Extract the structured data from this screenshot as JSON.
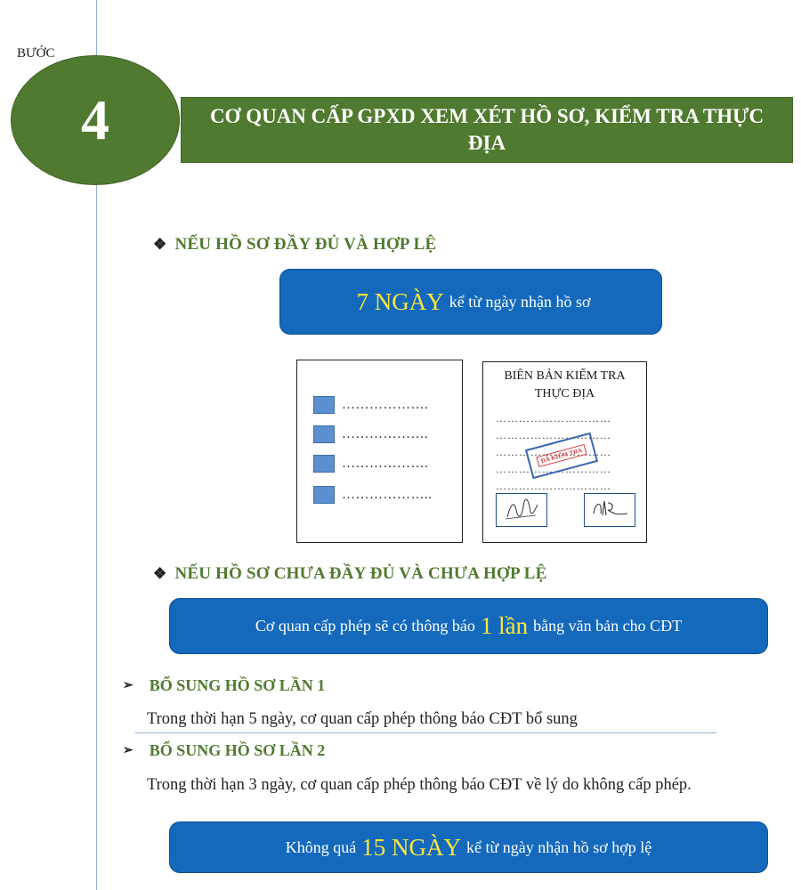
{
  "step": {
    "label": "BƯỚC",
    "number": "4"
  },
  "title": "CƠ QUAN CẤP GPXD XEM XÉT HỒ SƠ, KIỂM TRA THỰC ĐỊA",
  "section1": {
    "bullet": "❖",
    "heading": "NẾU HỒ SƠ ĐẦY ĐỦ VÀ HỢP LỆ",
    "box": {
      "highlight": "7 NGÀY",
      "text": "kể từ ngày nhận hồ sơ"
    }
  },
  "illustration": {
    "checklist_dots": [
      "……………….",
      "……………….",
      "……………….",
      "……………….."
    ],
    "report_title_line1": "BIÊN BẢN KIỂM TRA",
    "report_title_line2": "THỰC ĐỊA",
    "report_lines": [
      "…………………………",
      "…………………………",
      "…………………………",
      "…………………………",
      "…………………………"
    ],
    "stamp_text": "ĐÃ KIỂM TRA"
  },
  "section2": {
    "bullet": "❖",
    "heading": "NẾU HỒ SƠ CHƯA ĐẦY ĐỦ VÀ CHƯA HỢP LỆ",
    "box": {
      "text_before": "Cơ quan cấp phép sẽ có thông báo",
      "highlight": "1 lần",
      "text_after": "bằng văn bản cho CĐT"
    }
  },
  "supplement1": {
    "arrow": "➢",
    "heading": "BỔ SUNG HỒ SƠ LẦN 1",
    "text": "Trong thời hạn 5 ngày, cơ quan cấp phép thông báo CĐT bổ sung"
  },
  "supplement2": {
    "arrow": "➢",
    "heading": "BỔ SUNG HỒ SƠ LẦN 2",
    "text": "Trong thời hạn 3 ngày, cơ quan cấp phép thông báo CĐT về lý do không cấp phép."
  },
  "final_box": {
    "text_before": "Không quá",
    "highlight": "15 NGÀY",
    "text_after": "kể từ ngày nhận hồ sơ hợp lệ"
  },
  "colors": {
    "green": "#4f7a2f",
    "blue": "#1469bd",
    "highlight": "#ffe93b",
    "line": "#8fb0d8"
  }
}
